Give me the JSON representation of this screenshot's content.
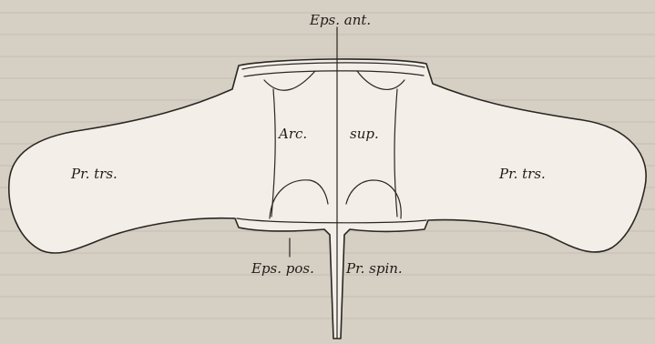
{
  "figure": {
    "labels": {
      "eps_ant": "Eps. ant.",
      "arc": "Arc.",
      "sup": "sup.",
      "pr_trs_left": "Pr. trs.",
      "pr_trs_right": "Pr. trs.",
      "eps_pos": "Eps. pos.",
      "pr_spin": "Pr. spin."
    }
  }
}
